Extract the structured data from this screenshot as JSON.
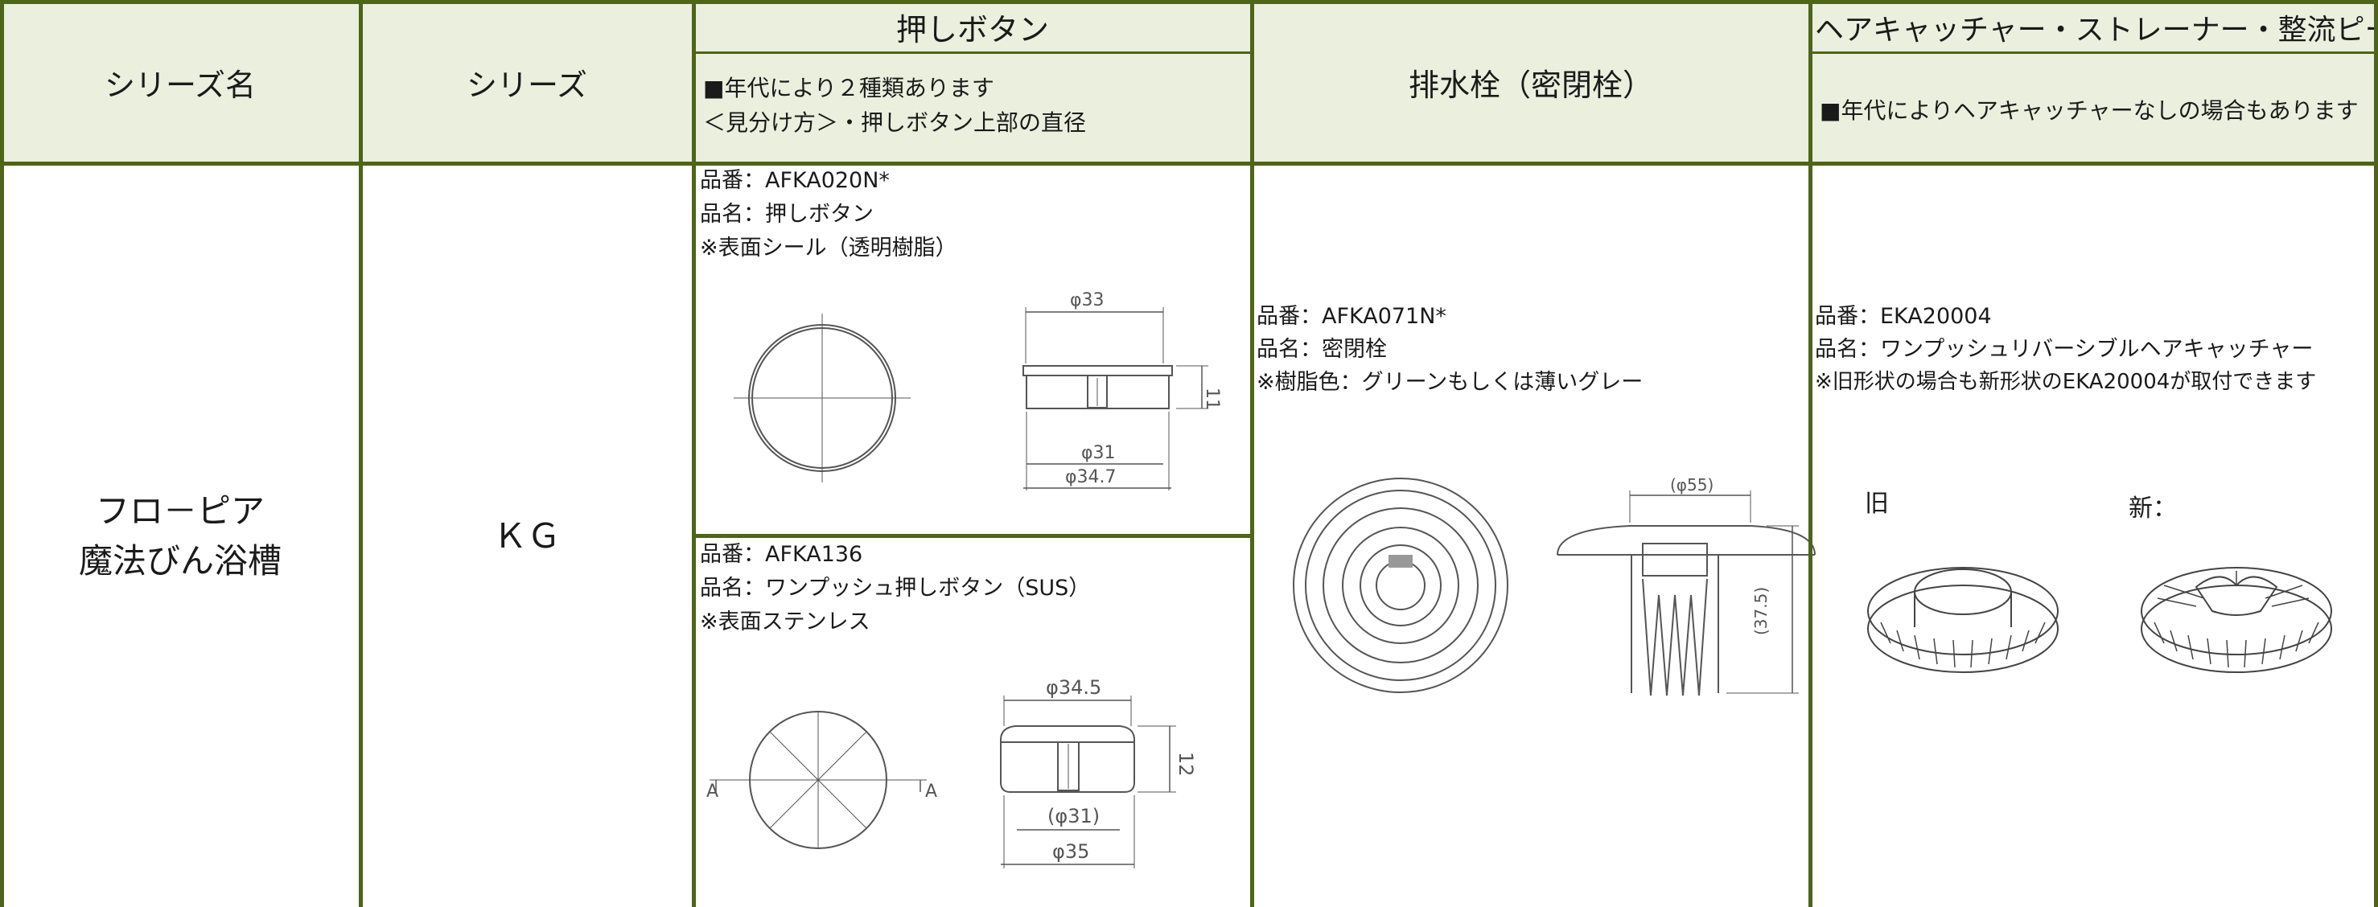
{
  "headers": {
    "series_name": "シリーズ名",
    "series": "シリーズ",
    "push_button": "押しボタン",
    "push_button_note_1": "■年代により２種類あります",
    "push_button_note_2": "＜見分け方＞・押しボタン上部の直径",
    "drain_plug": "排水栓（密閉栓）",
    "hair_catcher": "ヘアキャッチャー・ストレーナー・整流ピース",
    "hair_catcher_note": "■年代によりヘアキャッチャーなしの場合もあります"
  },
  "row": {
    "series_name_line1": "フロ－ピア",
    "series_name_line2": "魔法びん浴槽",
    "series": "ＫＧ"
  },
  "push_button_a": {
    "part_no": "品番：AFKA020N*",
    "part_name": "品名：押しボタン",
    "note": "※表面シール（透明樹脂）",
    "dims": {
      "top": "φ33",
      "height": "11",
      "base": "φ31",
      "outer": "φ34.7"
    }
  },
  "push_button_b": {
    "part_no": "品番：AFKA136",
    "part_name": "品名：ワンプッシュ押しボタン（SUS）",
    "note": "※表面ステンレス",
    "dims": {
      "top": "φ34.5",
      "height": "12",
      "base": "(φ31)",
      "outer": "φ35",
      "section_a": "A"
    }
  },
  "drain_plug": {
    "part_no": "品番：AFKA071N*",
    "part_name": "品名：密閉栓",
    "note": "※樹脂色：グリーンもしくは薄いグレー",
    "dims": {
      "top": "(φ55)",
      "height": "(37.5)"
    }
  },
  "hair_catcher": {
    "part_no": "品番：EKA20004",
    "part_name": "品名：ワンプッシュリバーシブルヘアキャッチャー",
    "note": "※旧形状の場合も新形状のEKA20004が取付できます",
    "old_label": "旧",
    "new_label": "新："
  },
  "colors": {
    "border": "#4e6419",
    "header_bg": "#eaefde",
    "drawing": "#555555"
  }
}
